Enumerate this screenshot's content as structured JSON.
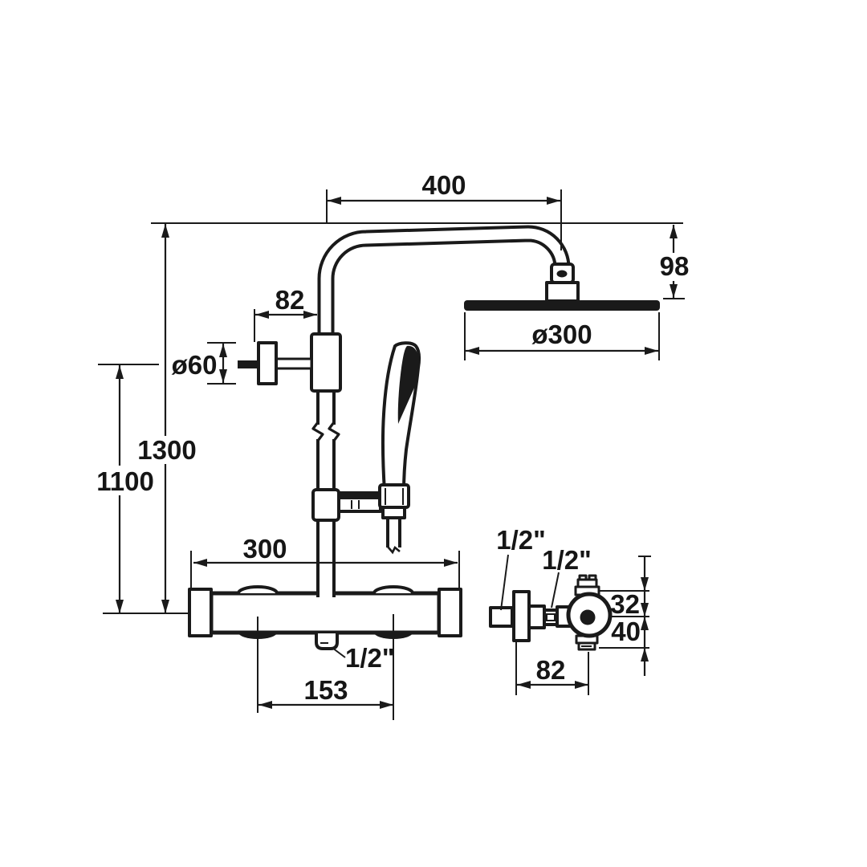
{
  "page": {
    "background": "#ffffff",
    "ink": "#1a1a1a"
  },
  "dims": {
    "arm_reach": "400",
    "head_drop": "98",
    "head_diameter": "ø300",
    "slider_offset": "82",
    "bracket_diameter": "ø60",
    "total_height": "1300",
    "bracket_height": "1100",
    "valve_width": "300",
    "inlet_spacing": "153",
    "outlet_thread": "1/2\"",
    "side_wall_thread": "1/2\"",
    "side_connector_thread": "1/2\"",
    "side_above_center": "32",
    "side_below_center": "40",
    "side_wall_distance": "82"
  }
}
